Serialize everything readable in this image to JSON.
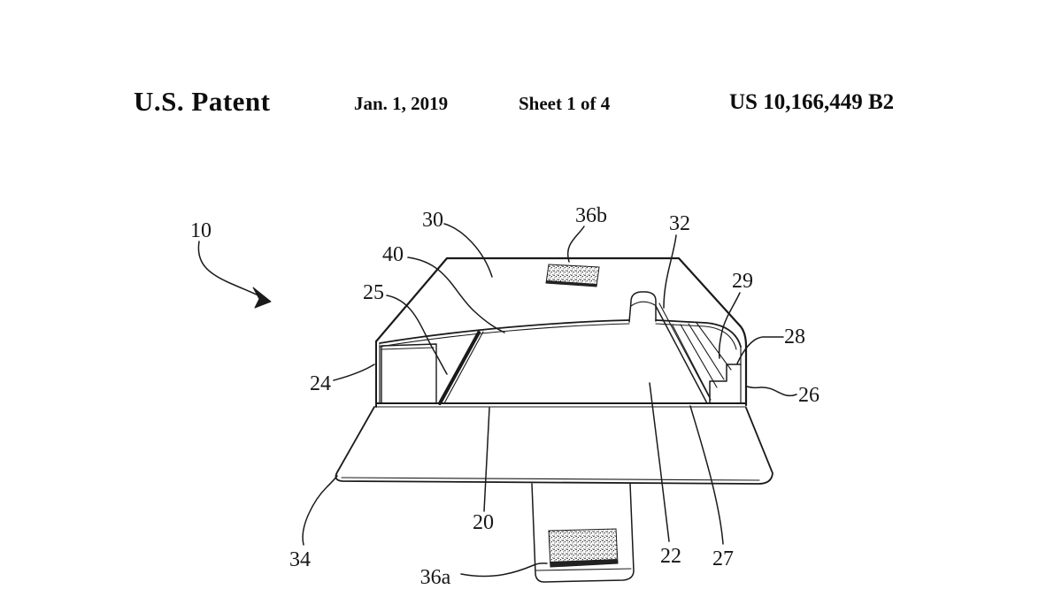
{
  "header": {
    "title": "U.S. Patent",
    "date": "Jan. 1, 2019",
    "sheet": "Sheet 1 of 4",
    "patent_number": "US 10,166,449 B2"
  },
  "figure": {
    "description": "Perspective patent drawing of a tray-shaped device with sloped top plate, recessed deck, diagonal ramp channel, stepped right wall, front flange and bottom strap with two stippled pads",
    "labels": [
      {
        "id": "10",
        "text": "10"
      },
      {
        "id": "20",
        "text": "20"
      },
      {
        "id": "22",
        "text": "22"
      },
      {
        "id": "24",
        "text": "24"
      },
      {
        "id": "25",
        "text": "25"
      },
      {
        "id": "26",
        "text": "26"
      },
      {
        "id": "27",
        "text": "27"
      },
      {
        "id": "28",
        "text": "28"
      },
      {
        "id": "29",
        "text": "29"
      },
      {
        "id": "30",
        "text": "30"
      },
      {
        "id": "32",
        "text": "32"
      },
      {
        "id": "34",
        "text": "34"
      },
      {
        "id": "36a",
        "text": "36a"
      },
      {
        "id": "36b",
        "text": "36b"
      },
      {
        "id": "40",
        "text": "40"
      }
    ]
  },
  "colors": {
    "paper": "#ffffff",
    "ink": "#1a1a1a"
  }
}
